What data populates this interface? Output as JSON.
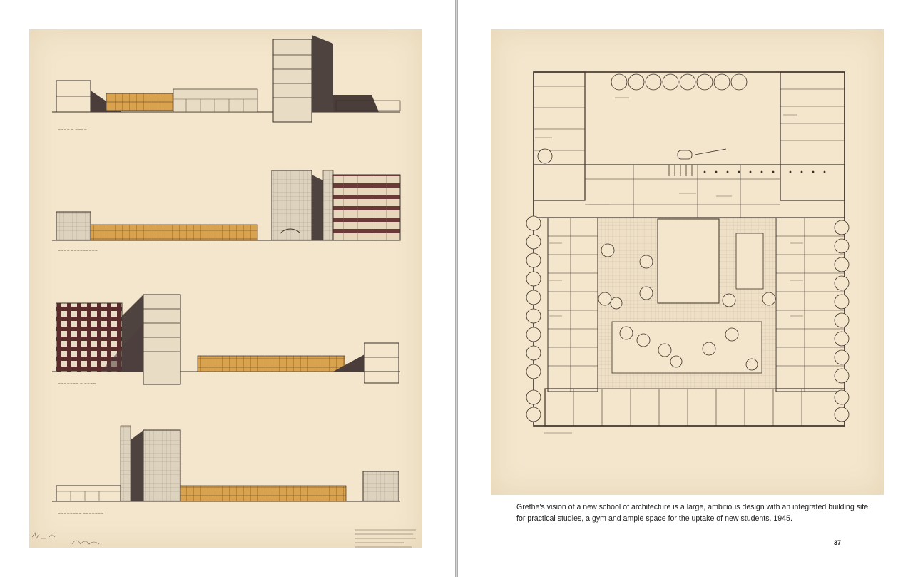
{
  "spread": {
    "caption": "Grethe's vision of a new school of architecture is a large, ambitious design with an integrated building site for practical studies, a gym and ample space for the uptake of new students. 1945.",
    "page_number": "37"
  },
  "left_page": {
    "drawing": "elevation-sheet"
  },
  "right_page": {
    "drawing": "ground-floor-plan"
  },
  "colors": {
    "paper": "#f3e6cc",
    "ink": "#3a3028",
    "ochre": "#d8a050",
    "dark": "#4a3a36",
    "brick": "#5c2a2a"
  }
}
